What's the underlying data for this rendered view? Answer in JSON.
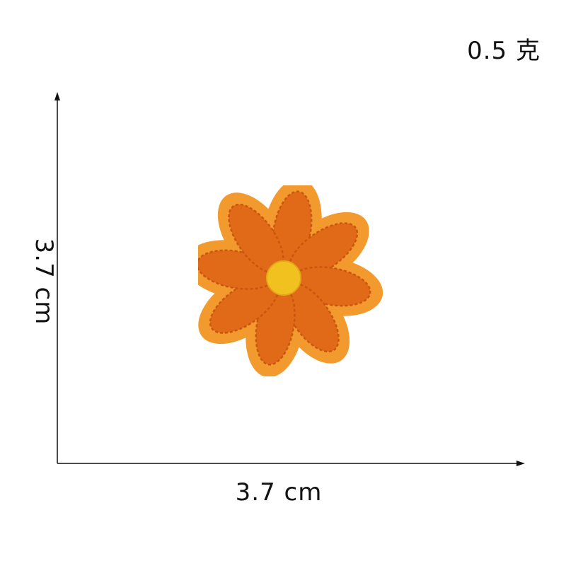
{
  "weight_label": "0.5 克",
  "width_label": "3.7 cm",
  "height_label": "3.7 cm",
  "colors": {
    "petal_border": "#f29a2e",
    "petal_inner": "#e06a18",
    "center": "#f1c21f",
    "axis": "#111111"
  }
}
